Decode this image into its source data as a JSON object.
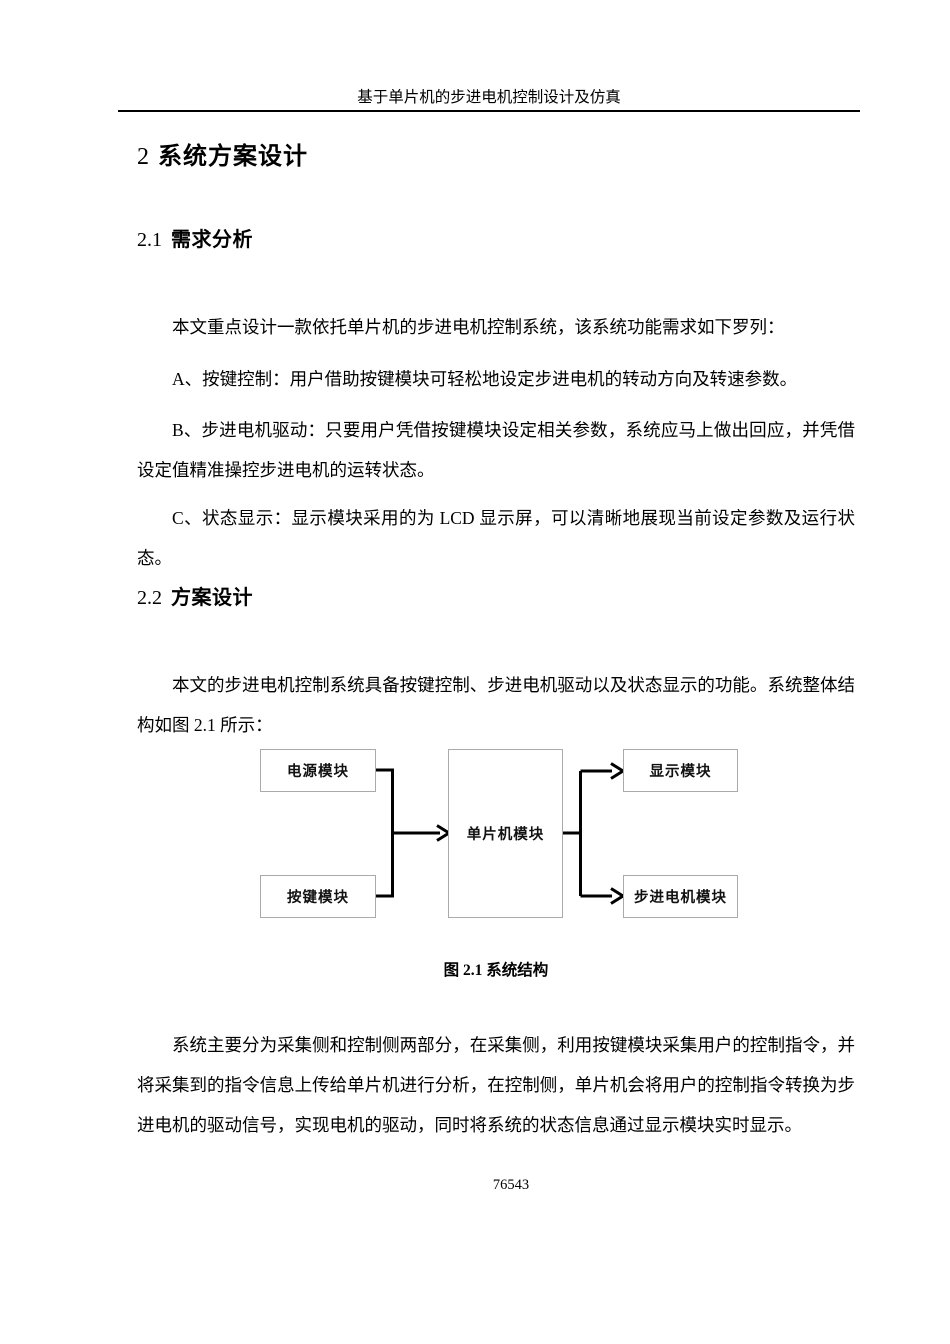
{
  "page": {
    "running_head": "基于单片机的步进电机控制设计及仿真",
    "page_number": "76543"
  },
  "chapter": {
    "number": "2",
    "title": "系统方案设计"
  },
  "section_21": {
    "number": "2.1",
    "title": "需求分析",
    "intro": "本文重点设计一款依托单片机的步进电机控制系统，该系统功能需求如下罗列：",
    "item_a": "A、按键控制：用户借助按键模块可轻松地设定步进电机的转动方向及转速参数。",
    "item_b": "B、步进电机驱动：只要用户凭借按键模块设定相关参数，系统应马上做出回应，并凭借设定值精准操控步进电机的运转状态。",
    "item_c": "C、状态显示：显示模块采用的为 LCD 显示屏，可以清晰地展现当前设定参数及运行状态。"
  },
  "section_22": {
    "number": "2.2",
    "title": "方案设计",
    "intro": "本文的步进电机控制系统具备按键控制、步进电机驱动以及状态显示的功能。系统整体结构如图 2.1 所示：",
    "body": "系统主要分为采集侧和控制侧两部分，在采集侧，利用按键模块采集用户的控制指令，并将采集到的指令信息上传给单片机进行分析，在控制侧，单片机会将用户的控制指令转换为步进电机的驱动信号，实现电机的驱动，同时将系统的状态信息通过显示模块实时显示。"
  },
  "figure": {
    "caption": "图 2.1 系统结构",
    "nodes": {
      "power": "电源模块",
      "keypad": "按键模块",
      "mcu": "单片机模块",
      "display": "显示模块",
      "stepper": "步进电机模块"
    }
  },
  "colors": {
    "text": "#000000",
    "box_border": "#aaaaaa",
    "connector_line": "#000000",
    "page_background": "#ffffff"
  }
}
